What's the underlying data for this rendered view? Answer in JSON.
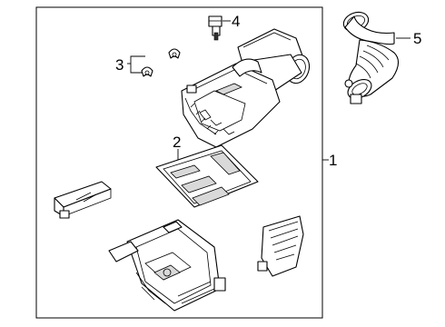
{
  "callouts": {
    "c1": "1",
    "c2": "2",
    "c3": "3",
    "c4": "4",
    "c5": "5"
  },
  "colors": {
    "line": "#000000",
    "background": "#ffffff",
    "shade": "#d9d9d9"
  }
}
